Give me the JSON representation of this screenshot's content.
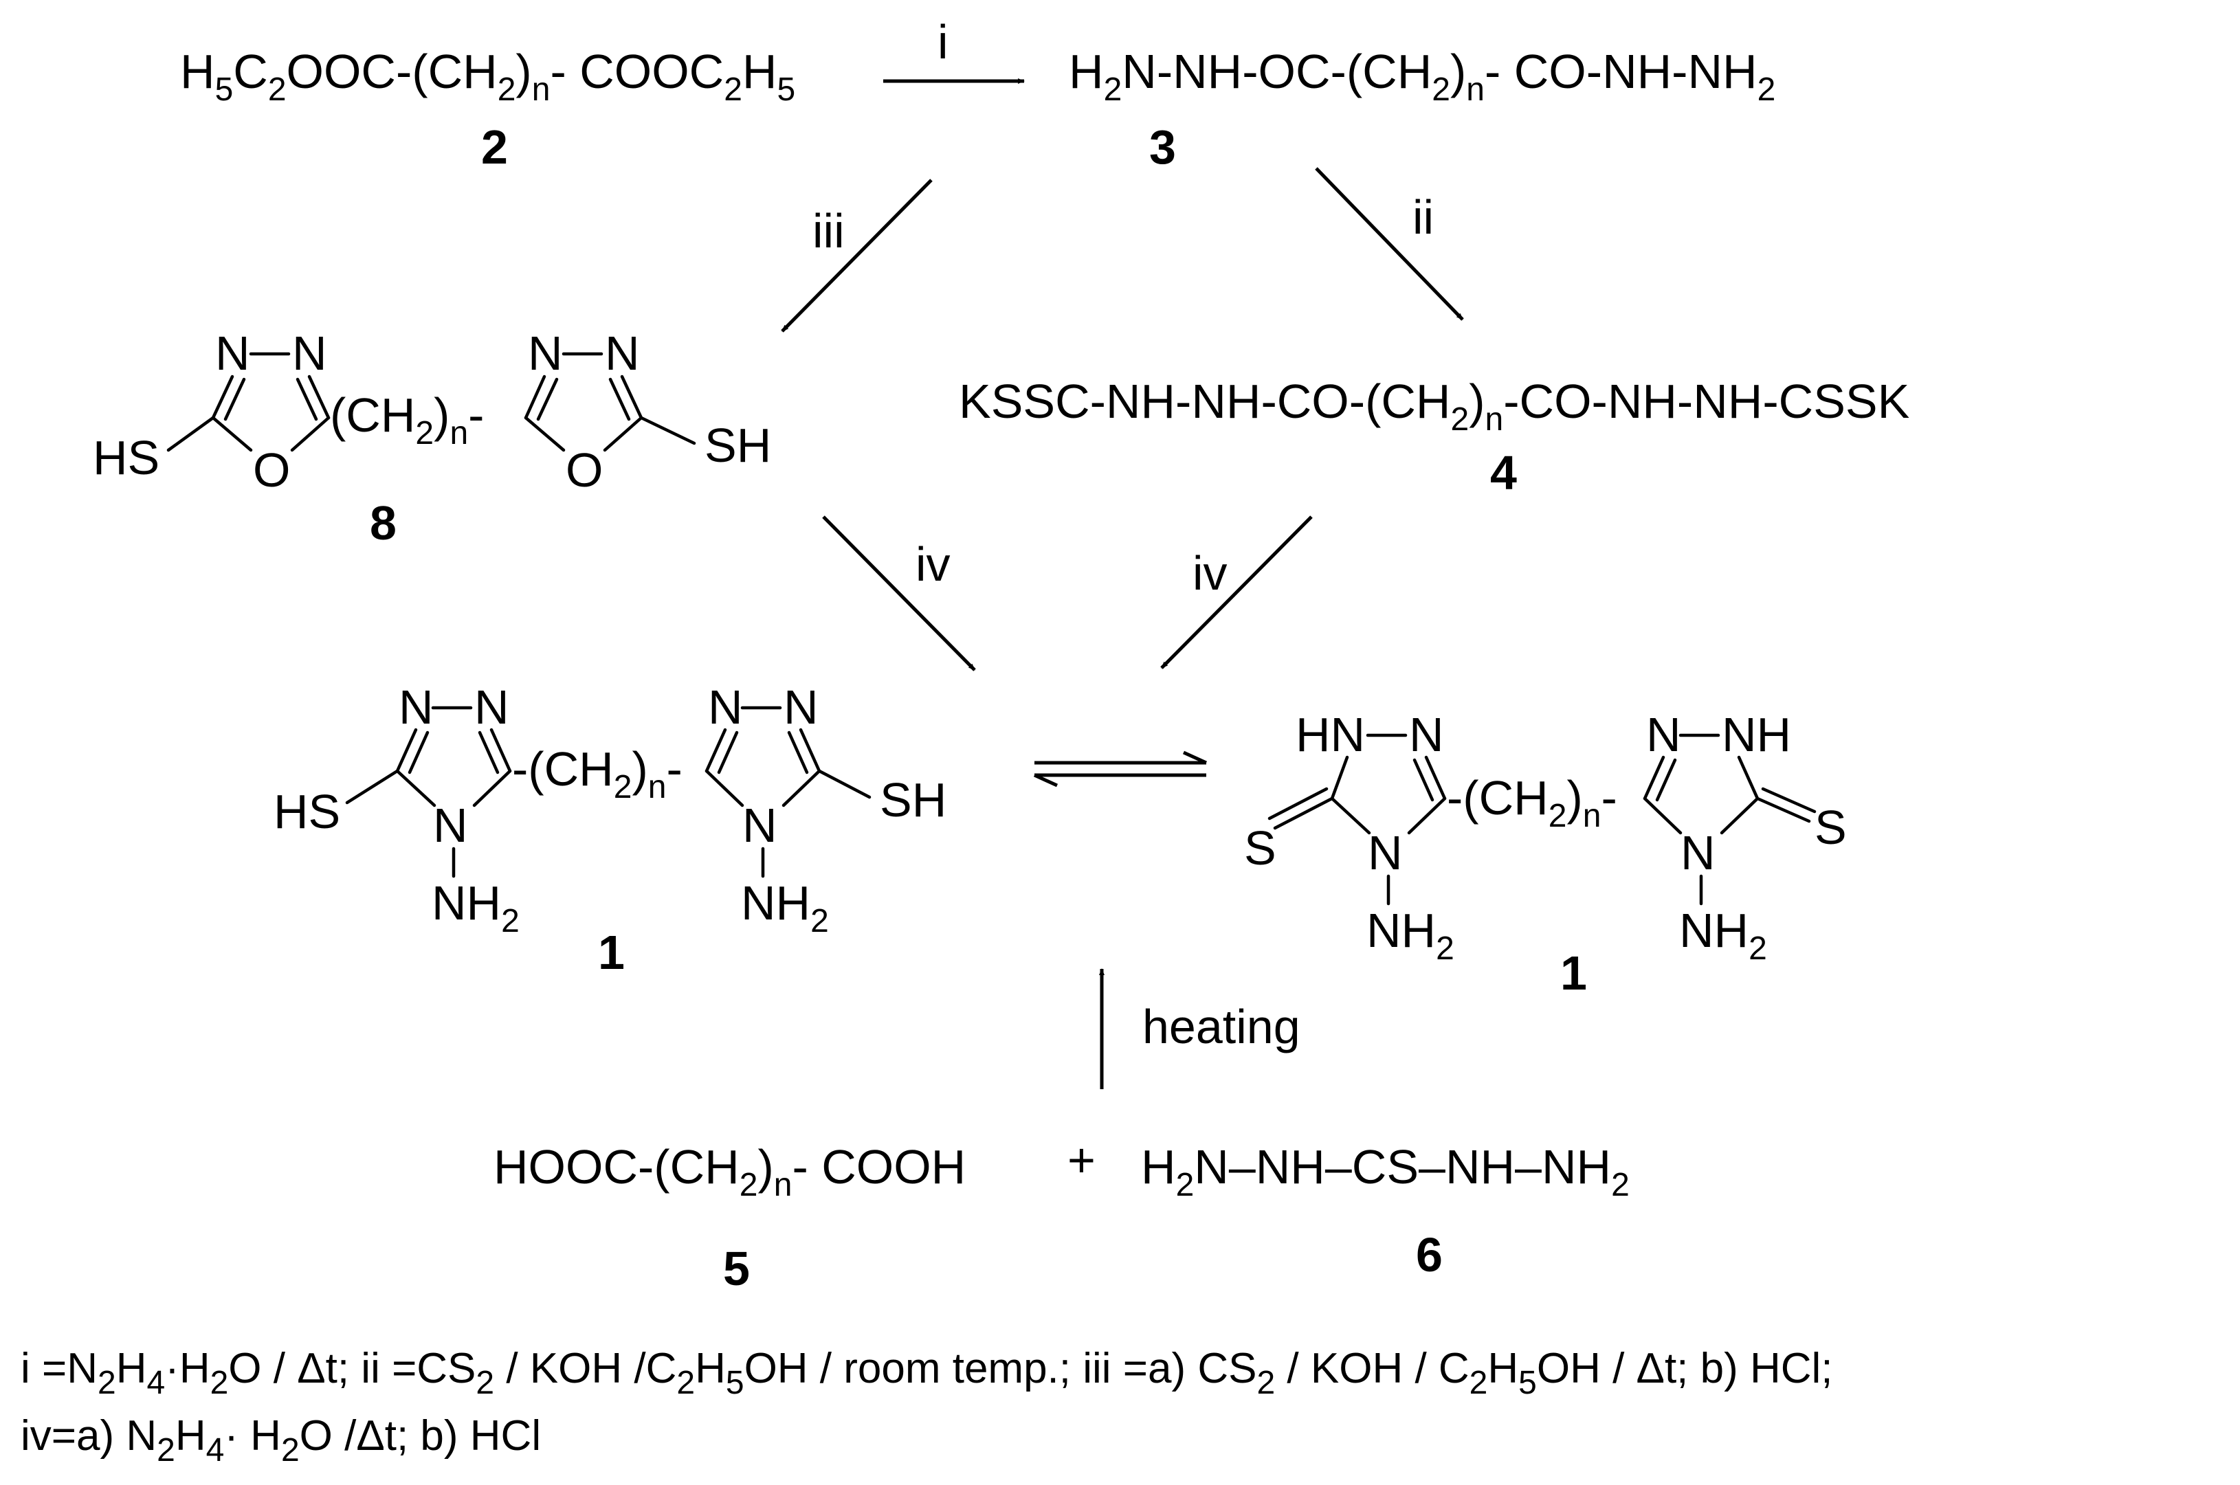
{
  "formulas": {
    "f2": "H5C2OOC-(CH2)n- COOC2H5",
    "f3": "H2N-NH-OC-(CH2)n- CO-NH-NH2",
    "f4": "KSSC-NH-NH-CO-(CH2)n-CO-NH-NH-CSSK",
    "f5": "HOOC-(CH2)n- COOH",
    "plus": "+",
    "f6": "H2N–NH–CS–NH–NH2"
  },
  "compound_numbers": {
    "c2": "2",
    "c3": "3",
    "c4": "4",
    "c5": "5",
    "c6": "6",
    "c8": "8",
    "c1_thiol": "1",
    "c1_thione": "1"
  },
  "reagent_labels": {
    "i": "i",
    "ii": "ii",
    "iii": "iii",
    "iv_left": "iv",
    "iv_right": "iv",
    "heating": "heating"
  },
  "ring_atoms": {
    "N": "N",
    "O": "O",
    "HN": "HN",
    "NH": "NH",
    "SH": "SH",
    "HS": "HS",
    "S": "S",
    "NH2": "NH2",
    "CH2n": "(CH2)n"
  },
  "conditions": {
    "line1": "i =N2H4·H2O / Δt; ii =CS2 / KOH /C2H5OH / room temp.; iii =a) CS2 / KOH / C2H5OH / Δt; b) HCl;",
    "line2": "iv=a) N2H4· H2O /Δt; b) HCl"
  },
  "colors": {
    "ink": "#000000",
    "background": "#ffffff"
  }
}
